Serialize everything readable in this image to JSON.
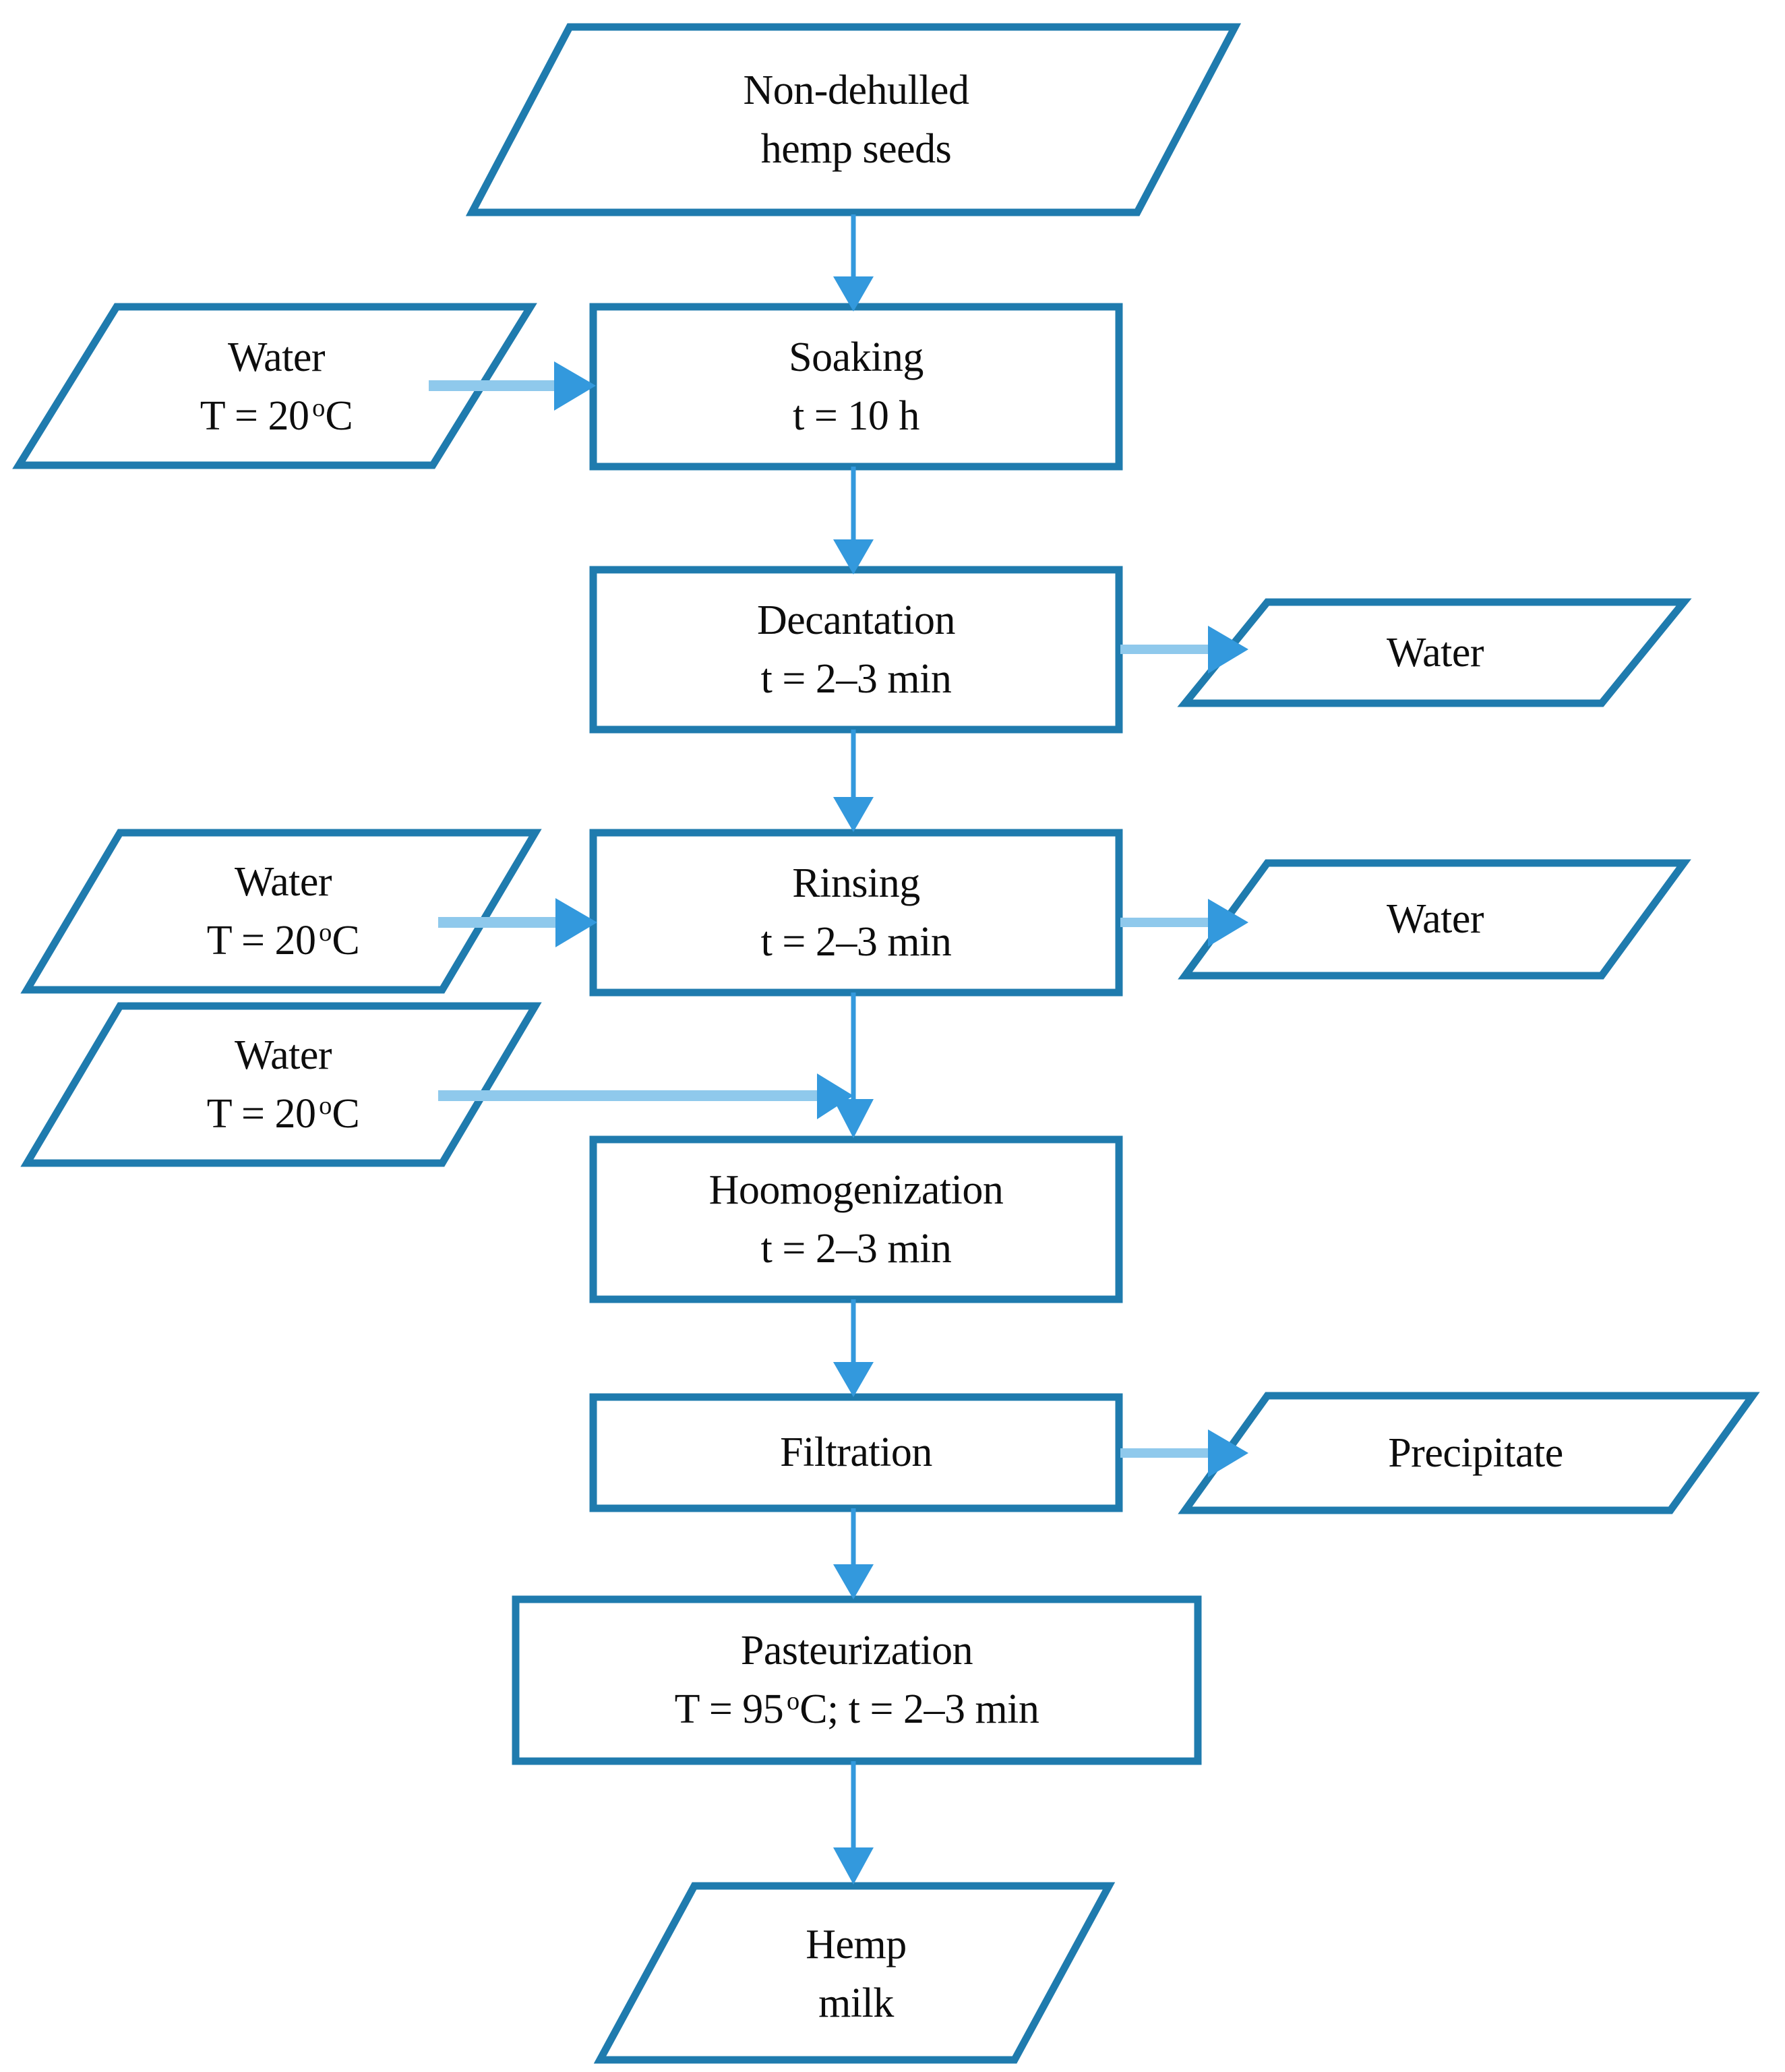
{
  "diagram": {
    "title": "Hemp milk production process flow chart",
    "colors": {
      "shape_border": "#1f7bae",
      "arrow": "#3399dd",
      "arrow_line_light": "#8fc9ec",
      "text": "#0d0d0d",
      "background": "#ffffff"
    },
    "nodes": [
      {
        "id": "non-dehulled-hemp-seeds",
        "shape": "parallelogram",
        "role": "input-material",
        "line1": "Non-dehulled",
        "line2": "hemp seeds"
      },
      {
        "id": "water-soaking",
        "shape": "parallelogram",
        "role": "input-material",
        "line1": "Water",
        "line2": "T = 20 ºC",
        "temperature": "20",
        "temperature_unit": "ºC"
      },
      {
        "id": "soaking",
        "shape": "process",
        "role": "process",
        "line1": "Soaking",
        "line2": "t = 10 h",
        "time": "10 h"
      },
      {
        "id": "decantation",
        "shape": "process",
        "role": "process",
        "line1": "Decantation",
        "line2": "t = 2–3 min",
        "time": "2–3 min"
      },
      {
        "id": "water-out-decantation",
        "shape": "parallelogram",
        "role": "output-material",
        "line1": "Water",
        "line2": ""
      },
      {
        "id": "water-rinsing",
        "shape": "parallelogram",
        "role": "input-material",
        "line1": "Water",
        "line2": "T = 20 ºC",
        "temperature": "20",
        "temperature_unit": "ºC"
      },
      {
        "id": "rinsing",
        "shape": "process",
        "role": "process",
        "line1": "Rinsing",
        "line2": "t = 2–3 min",
        "time": "2–3 min"
      },
      {
        "id": "water-out-rinsing",
        "shape": "parallelogram",
        "role": "output-material",
        "line1": "Water",
        "line2": ""
      },
      {
        "id": "water-homogenization",
        "shape": "parallelogram",
        "role": "input-material",
        "line1": "Water",
        "line2": "T = 20 ºC",
        "temperature": "20",
        "temperature_unit": "ºC"
      },
      {
        "id": "hoomogenization",
        "shape": "process",
        "role": "process",
        "line1": "Hoomogenization",
        "line2": "t = 2–3 min",
        "time": "2–3 min"
      },
      {
        "id": "filtration",
        "shape": "process",
        "role": "process",
        "line1": "Filtration",
        "line2": ""
      },
      {
        "id": "precipitate",
        "shape": "parallelogram",
        "role": "output-material",
        "line1": "Precipitate",
        "line2": ""
      },
      {
        "id": "pasteurization",
        "shape": "process",
        "role": "process",
        "line1": "Pasteurization",
        "line2": "T = 95 ºC; t = 2–3 min",
        "temperature": "95",
        "time": "2–3 min"
      },
      {
        "id": "hemp-milk",
        "shape": "parallelogram",
        "role": "output-product",
        "line1": "Hemp",
        "line2": "milk"
      }
    ],
    "edges": [
      {
        "from": "non-dehulled-hemp-seeds",
        "to": "soaking",
        "direction": "down"
      },
      {
        "from": "water-soaking",
        "to": "soaking",
        "direction": "right"
      },
      {
        "from": "soaking",
        "to": "decantation",
        "direction": "down"
      },
      {
        "from": "decantation",
        "to": "water-out-decantation",
        "direction": "right"
      },
      {
        "from": "decantation",
        "to": "rinsing",
        "direction": "down"
      },
      {
        "from": "water-rinsing",
        "to": "rinsing",
        "direction": "right"
      },
      {
        "from": "rinsing",
        "to": "water-out-rinsing",
        "direction": "right"
      },
      {
        "from": "rinsing",
        "to": "hoomogenization",
        "direction": "down"
      },
      {
        "from": "water-homogenization",
        "to": "hoomogenization",
        "direction": "right"
      },
      {
        "from": "hoomogenization",
        "to": "filtration",
        "direction": "down"
      },
      {
        "from": "filtration",
        "to": "precipitate",
        "direction": "right"
      },
      {
        "from": "filtration",
        "to": "pasteurization",
        "direction": "down"
      },
      {
        "from": "pasteurization",
        "to": "hemp-milk",
        "direction": "down"
      }
    ]
  }
}
